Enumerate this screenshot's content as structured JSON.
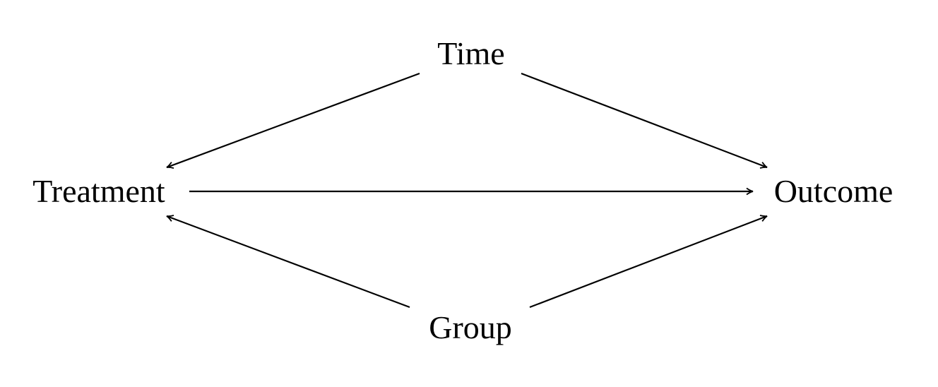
{
  "diagram": {
    "type": "directed-graph",
    "nodes": {
      "time": "Time",
      "treatment": "Treatment",
      "outcome": "Outcome",
      "group": "Group"
    },
    "edges": [
      {
        "from": "time",
        "to": "treatment"
      },
      {
        "from": "time",
        "to": "outcome"
      },
      {
        "from": "treatment",
        "to": "outcome"
      },
      {
        "from": "group",
        "to": "treatment"
      },
      {
        "from": "group",
        "to": "outcome"
      }
    ],
    "colors": {
      "ink": "#000000",
      "background": "#ffffff"
    }
  }
}
